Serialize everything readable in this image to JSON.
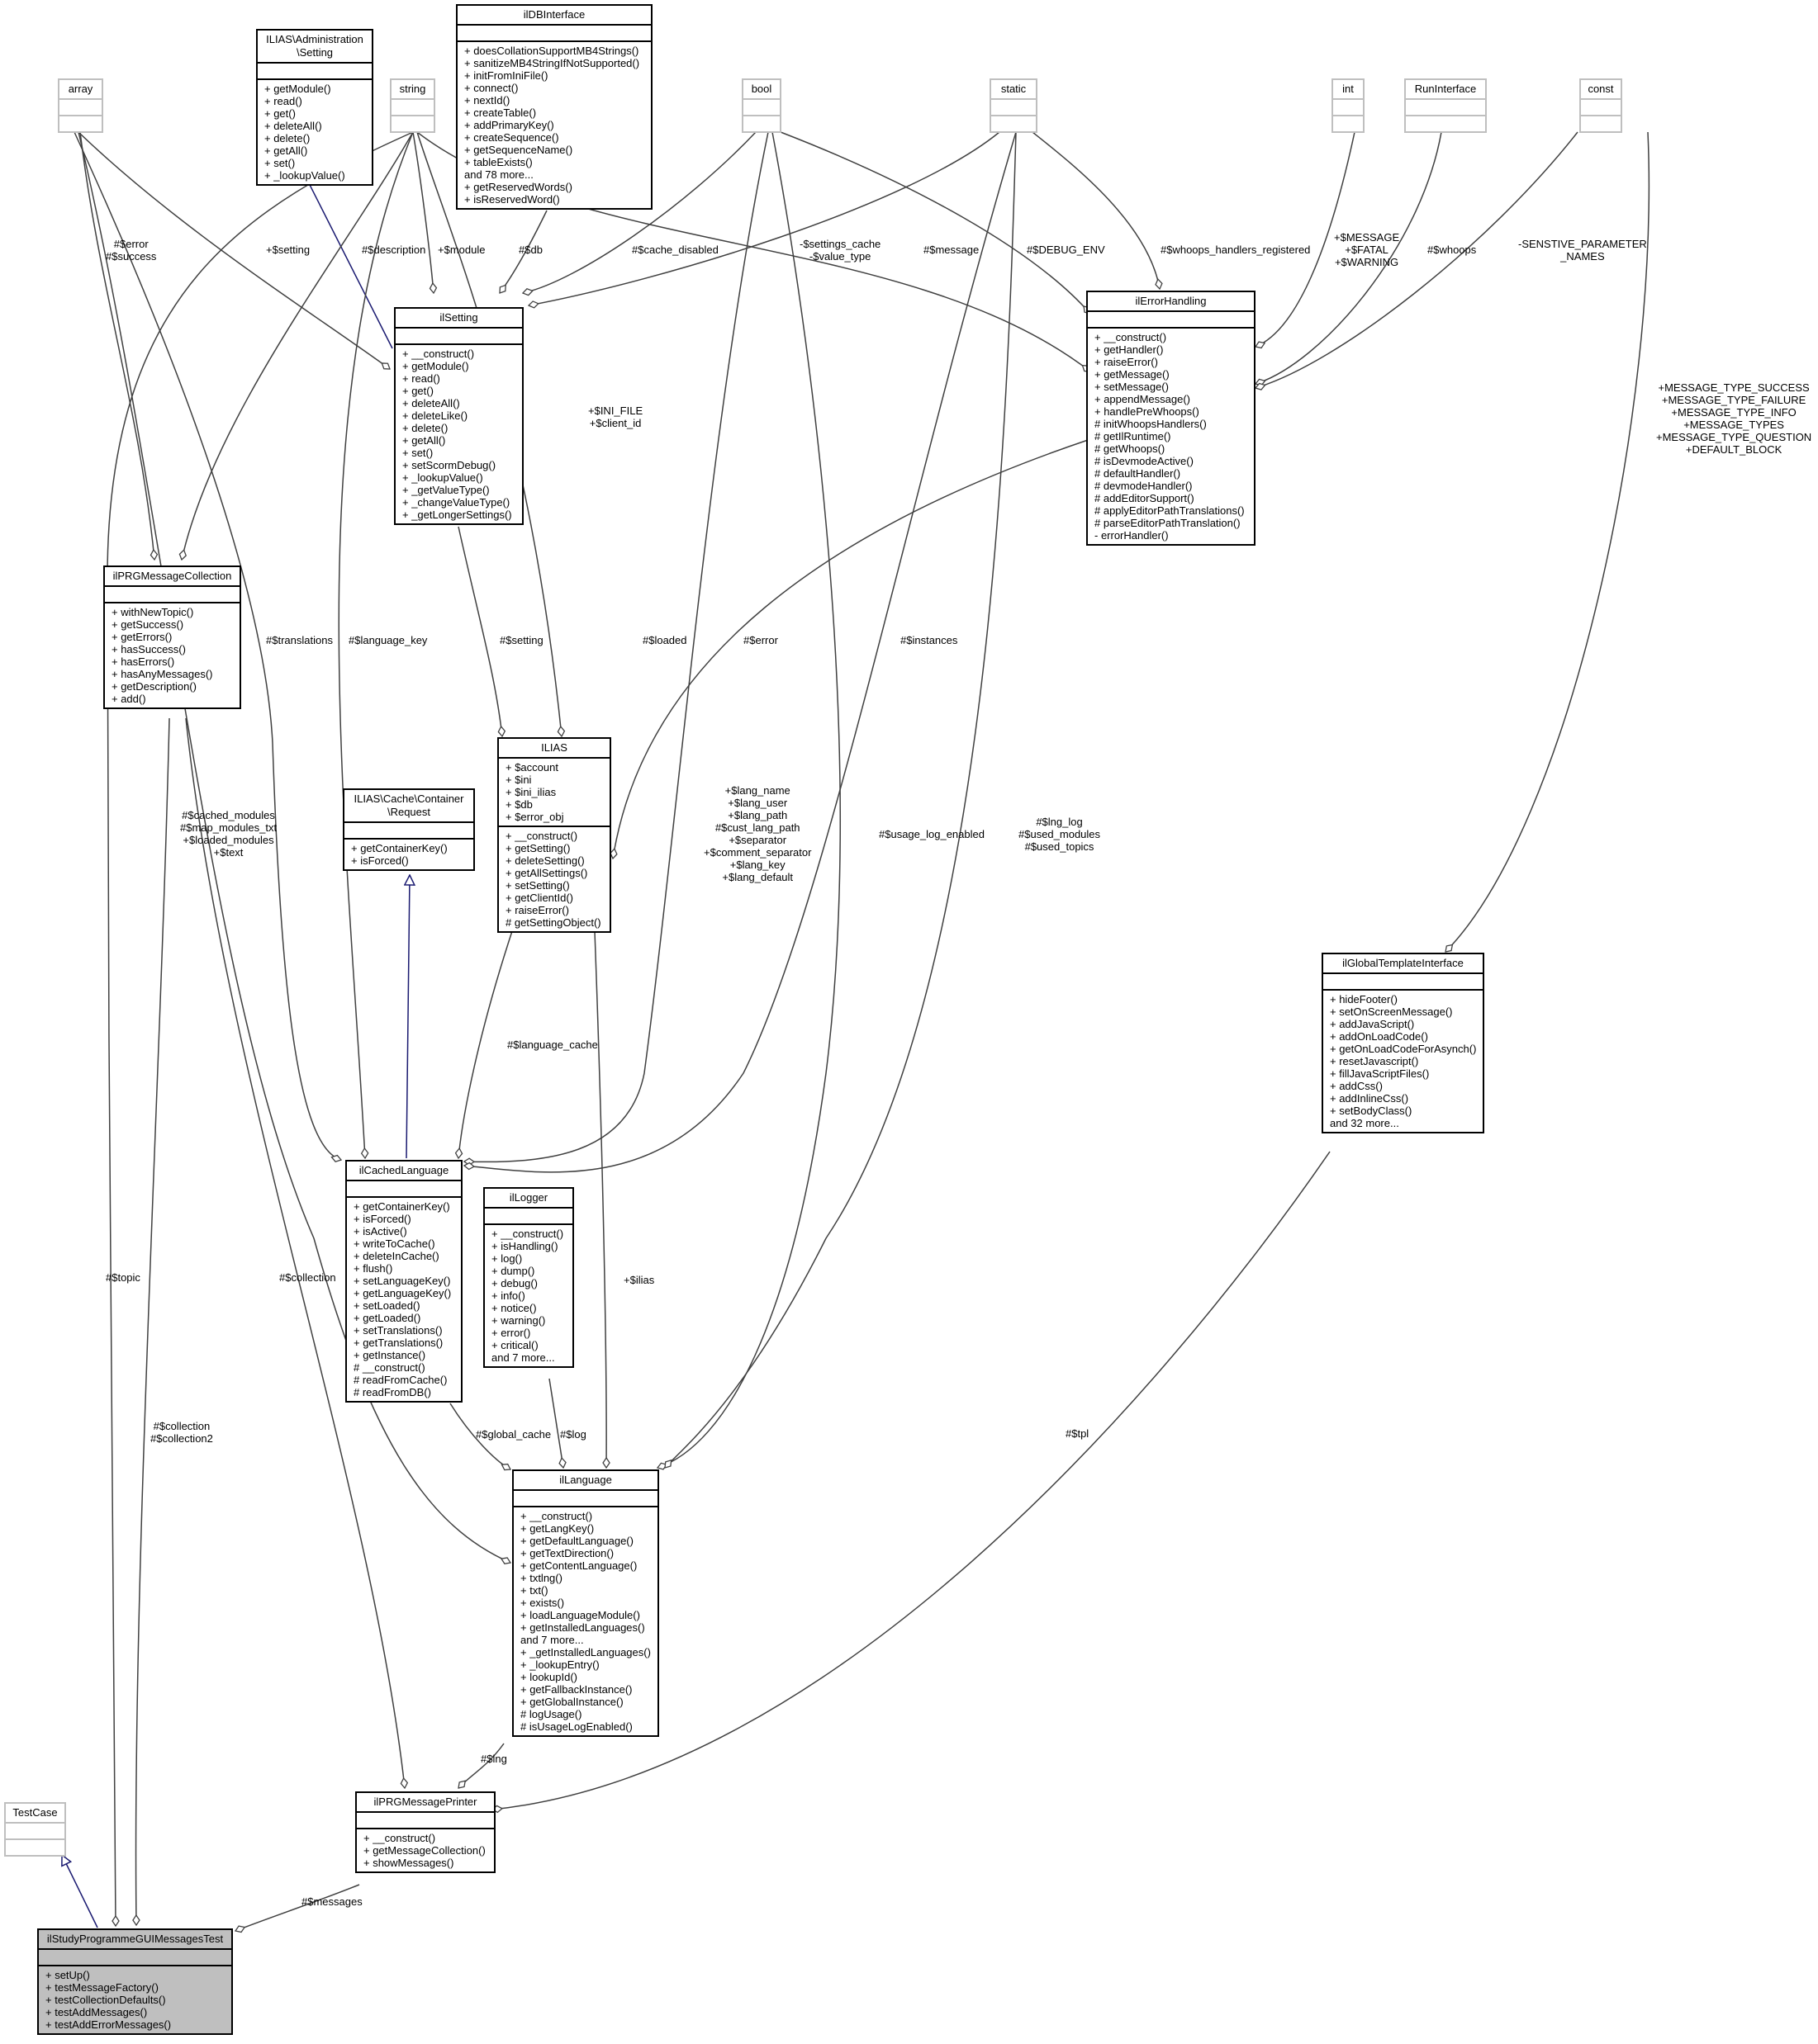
{
  "classes": {
    "testcase": {
      "name": "TestCase",
      "attributes": [],
      "methods": []
    },
    "msgtest": {
      "name": "ilStudyProgrammeGUIMessagesTest",
      "attributes": [],
      "methods": [
        "+ setUp()",
        "+ testMessageFactory()",
        "+ testCollectionDefaults()",
        "+ testAddMessages()",
        "+ testAddErrorMessages()"
      ]
    },
    "printer": {
      "name": "ilPRGMessagePrinter",
      "attributes": [],
      "methods": [
        "+ __construct()",
        "+ getMessageCollection()",
        "+ showMessages()"
      ]
    },
    "collection": {
      "name": "ilPRGMessageCollection",
      "attributes": [],
      "methods": [
        "+ withNewTopic()",
        "+ getSuccess()",
        "+ getErrors()",
        "+ hasSuccess()",
        "+ hasErrors()",
        "+ hasAnyMessages()",
        "+ getDescription()",
        "+ add()"
      ]
    },
    "language": {
      "name": "ilLanguage",
      "attributes": [],
      "methods": [
        "+ __construct()",
        "+ getLangKey()",
        "+ getDefaultLanguage()",
        "+ getTextDirection()",
        "+ getContentLanguage()",
        "+ txtlng()",
        "+ txt()",
        "+ exists()",
        "+ loadLanguageModule()",
        "+ getInstalledLanguages()",
        "and 7 more...",
        "+ _getInstalledLanguages()",
        "+ _lookupEntry()",
        "+ lookupId()",
        "+ getFallbackInstance()",
        "+ getGlobalInstance()",
        "# logUsage()",
        "# isUsageLogEnabled()"
      ]
    },
    "cached": {
      "name": "ilCachedLanguage",
      "attributes": [],
      "methods": [
        "+ getContainerKey()",
        "+ isForced()",
        "+ isActive()",
        "+ writeToCache()",
        "+ deleteInCache()",
        "+ flush()",
        "+ setLanguageKey()",
        "+ getLanguageKey()",
        "+ setLoaded()",
        "+ getLoaded()",
        "+ setTranslations()",
        "+ getTranslations()",
        "+ getInstance()",
        "# __construct()",
        "# readFromCache()",
        "# readFromDB()"
      ]
    },
    "request": {
      "name": "ILIAS\\Cache\\Container\n\\Request",
      "attributes": [],
      "methods": [
        "+ getContainerKey()",
        "+ isForced()"
      ]
    },
    "ilias": {
      "name": "ILIAS",
      "attributes": [
        "+ $account",
        "+ $ini",
        "+ $ini_ilias",
        "+ $db",
        "+ $error_obj"
      ],
      "methods": [
        "+ __construct()",
        "+ getSetting()",
        "+ deleteSetting()",
        "+ getAllSettings()",
        "+ setSetting()",
        "+ getClientId()",
        "+ raiseError()",
        "# getSettingObject()"
      ]
    },
    "logger": {
      "name": "ilLogger",
      "attributes": [],
      "methods": [
        "+ __construct()",
        "+ isHandling()",
        "+ log()",
        "+ dump()",
        "+ debug()",
        "+ info()",
        "+ notice()",
        "+ warning()",
        "+ error()",
        "+ critical()",
        "and 7 more..."
      ]
    },
    "setting": {
      "name": "ilSetting",
      "attributes": [],
      "methods": [
        "+ __construct()",
        "+ getModule()",
        "+ read()",
        "+ get()",
        "+ deleteAll()",
        "+ deleteLike()",
        "+ delete()",
        "+ getAll()",
        "+ set()",
        "+ setScormDebug()",
        "+ _lookupValue()",
        "+ _getValueType()",
        "+ _changeValueType()",
        "+ _getLongerSettings()"
      ]
    },
    "adminsetting": {
      "name": "ILIAS\\Administration\n\\Setting",
      "attributes": [],
      "methods": [
        "+ getModule()",
        "+ read()",
        "+ get()",
        "+ deleteAll()",
        "+ delete()",
        "+ getAll()",
        "+ set()",
        "+ _lookupValue()"
      ]
    },
    "dbinterface": {
      "name": "ilDBInterface",
      "attributes": [],
      "methods": [
        "+ doesCollationSupportMB4Strings()",
        "+ sanitizeMB4StringIfNotSupported()",
        "+ initFromIniFile()",
        "+ connect()",
        "+ nextId()",
        "+ createTable()",
        "+ addPrimaryKey()",
        "+ createSequence()",
        "+ getSequenceName()",
        "+ tableExists()",
        "and 78 more...",
        "+ getReservedWords()",
        "+ isReservedWord()"
      ]
    },
    "errorhandling": {
      "name": "ilErrorHandling",
      "attributes": [],
      "methods": [
        "+ __construct()",
        "+ getHandler()",
        "+ raiseError()",
        "+ getMessage()",
        "+ setMessage()",
        "+ appendMessage()",
        "+ handlePreWhoops()",
        "# initWhoopsHandlers()",
        "# getIlRuntime()",
        "# getWhoops()",
        "# isDevmodeActive()",
        "# defaultHandler()",
        "# devmodeHandler()",
        "# addEditorSupport()",
        "# applyEditorPathTranslations()",
        "# parseEditorPathTranslation()",
        "- errorHandler()"
      ]
    },
    "template": {
      "name": "ilGlobalTemplateInterface",
      "attributes": [],
      "methods": [
        "+ hideFooter()",
        "+ setOnScreenMessage()",
        "+ addJavaScript()",
        "+ addOnLoadCode()",
        "+ getOnLoadCodeForAsynch()",
        "+ resetJavascript()",
        "+ fillJavaScriptFiles()",
        "+ addCss()",
        "+ addInlineCss()",
        "+ setBodyClass()",
        "and 32 more..."
      ]
    },
    "array": {
      "name": "array",
      "attributes": [],
      "methods": []
    },
    "string": {
      "name": "string",
      "attributes": [],
      "methods": []
    },
    "bool": {
      "name": "bool",
      "attributes": [],
      "methods": []
    },
    "static": {
      "name": "static",
      "attributes": [],
      "methods": []
    },
    "int": {
      "name": "int",
      "attributes": [],
      "methods": []
    },
    "runinterface": {
      "name": "RunInterface",
      "attributes": [],
      "methods": []
    },
    "const": {
      "name": "const",
      "attributes": [],
      "methods": []
    }
  },
  "edge_labels": {
    "messages": "#$messages",
    "lng": "#$lng",
    "tpl": "#$tpl",
    "collection_collection2": "#$collection\n#$collection2",
    "collection": "#$collection",
    "topic": "#$topic",
    "global_cache": "#$global_cache",
    "log": "#$log",
    "ilias_var": "+$ilias",
    "cached_modules": "#$cached_modules\n#$map_modules_txt\n+$loaded_modules\n+$text",
    "language_cache": "#$language_cache",
    "lang_vars": "+$lang_name\n+$lang_user\n+$lang_path\n#$cust_lang_path\n+$separator\n+$comment_separator\n+$lang_key\n+$lang_default",
    "usage_log_enabled": "#$usage_log_enabled",
    "lng_log": "#$lng_log\n#$used_modules\n#$used_topics",
    "translations": "#$translations",
    "language_key": "#$language_key",
    "setting_ilias": "#$setting",
    "loaded": "#$loaded",
    "error_ilias": "#$error",
    "instances": "#$instances",
    "ini_file": "+$INI_FILE\n+$client_id",
    "error_success": "#$error\n#$success",
    "description": "#$description",
    "setting_admin": "+$setting",
    "module": "+$module",
    "db": "#$db",
    "cache_disabled": "#$cache_disabled",
    "settings_cache": "-$settings_cache\n-$value_type",
    "message": "#$message",
    "debug_env": "#$DEBUG_ENV",
    "whoops_registered": "#$whoops_handlers_registered",
    "message_fatal": "+$MESSAGE\n+$FATAL\n+$WARNING",
    "whoops": "#$whoops",
    "sensitive": "-SENSTIVE_PARAMETER\n_NAMES",
    "message_types": "+MESSAGE_TYPE_SUCCESS\n+MESSAGE_TYPE_FAILURE\n+MESSAGE_TYPE_INFO\n+MESSAGE_TYPES\n+MESSAGE_TYPE_QUESTION\n+DEFAULT_BLOCK"
  }
}
